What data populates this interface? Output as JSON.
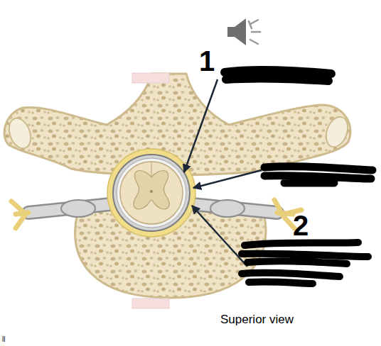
{
  "diagram": {
    "labels": [
      "1",
      "2",
      "Superior view",
      "ll"
    ]
  }
}
